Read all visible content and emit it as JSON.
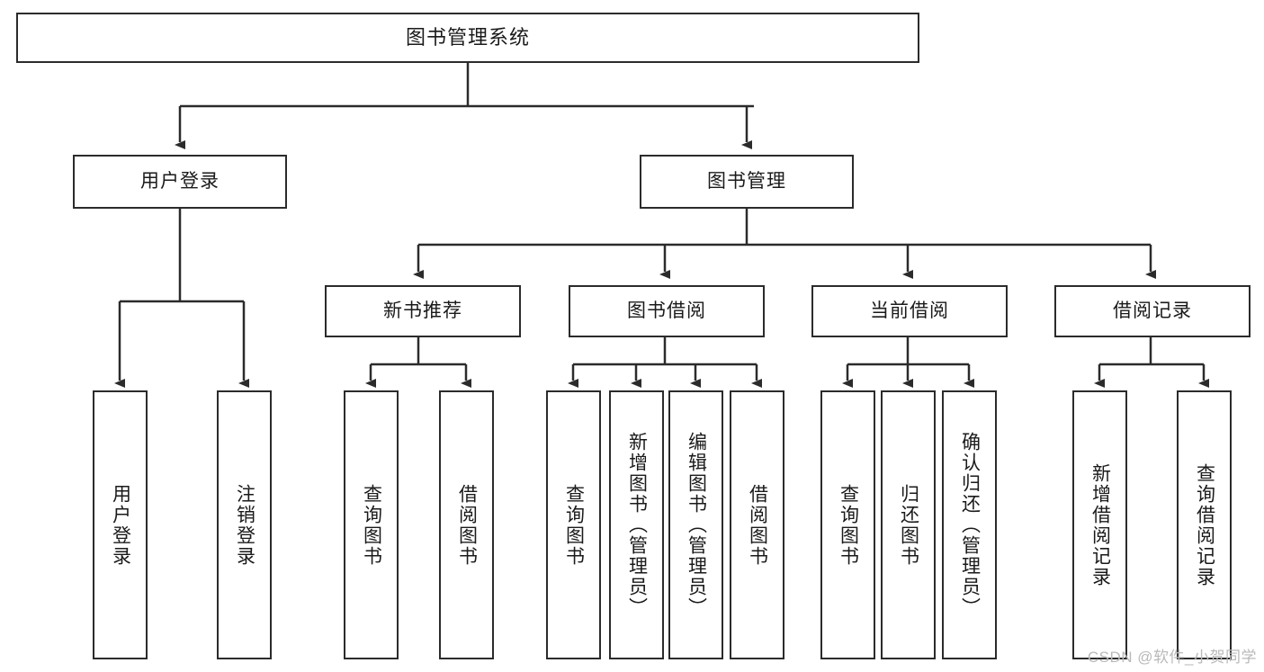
{
  "diagram": {
    "title": "图书管理系统",
    "type": "tree",
    "watermark": "CSDN @软件_小贺同学",
    "colors": {
      "box_border": "#2b2b2b",
      "box_fill": "#ffffff",
      "connector": "#2b2b2b",
      "text": "#1a1a1a",
      "background": "#ffffff",
      "watermark": "#b9b9b9"
    },
    "levels": {
      "level1": {
        "root": "图书管理系统"
      },
      "level2": [
        {
          "label": "用户登录"
        },
        {
          "label": "图书管理"
        }
      ],
      "level3": [
        {
          "label": "新书推荐"
        },
        {
          "label": "图书借阅"
        },
        {
          "label": "当前借阅"
        },
        {
          "label": "借阅记录"
        }
      ],
      "level4": {
        "user_login": [
          {
            "label": "用户登录"
          },
          {
            "label": "注销登录"
          }
        ],
        "new_book_recommend": [
          {
            "label": "查询图书"
          },
          {
            "label": "借阅图书"
          }
        ],
        "book_borrow": [
          {
            "label": "查询图书"
          },
          {
            "label": "新增图书（管理员）"
          },
          {
            "label": "编辑图书（管理员）"
          },
          {
            "label": "借阅图书"
          }
        ],
        "current_borrow": [
          {
            "label": "查询图书"
          },
          {
            "label": "归还图书"
          },
          {
            "label": "确认归还（管理员）"
          }
        ],
        "borrow_record": [
          {
            "label": "新增借阅记录"
          },
          {
            "label": "查询借阅记录"
          }
        ]
      }
    }
  }
}
